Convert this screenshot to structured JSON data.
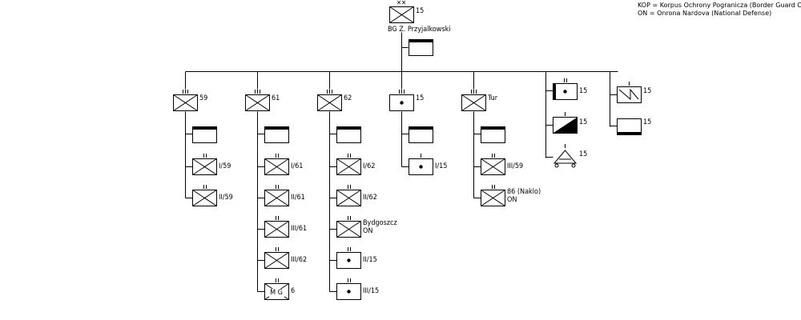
{
  "legend": [
    "KOP = Korpus Ochrony Pogranicza (Border Guard Corps)",
    "ON = Onrona Nardova  (National Defense)"
  ],
  "hq": {
    "echelon": "XX",
    "label": "15",
    "commander": "BG  Z. Przyjalkowski"
  },
  "columns": [
    {
      "id": "59",
      "label": "59",
      "echelon": "III",
      "kind": "infantry",
      "subs": [
        {
          "kind": "infantry",
          "echelon": "II",
          "label": "I/59"
        },
        {
          "kind": "infantry",
          "echelon": "II",
          "label": "II/59"
        }
      ]
    },
    {
      "id": "61",
      "label": "61",
      "echelon": "III",
      "kind": "infantry",
      "subs": [
        {
          "kind": "infantry",
          "echelon": "II",
          "label": "I/61"
        },
        {
          "kind": "infantry",
          "echelon": "II",
          "label": "II/61"
        },
        {
          "kind": "infantry",
          "echelon": "II",
          "label": "III/61"
        },
        {
          "kind": "infantry",
          "echelon": "II",
          "label": "III/62"
        },
        {
          "kind": "mg",
          "echelon": "II",
          "label": "6",
          "inner": "M G"
        }
      ]
    },
    {
      "id": "62",
      "label": "62",
      "echelon": "III",
      "kind": "infantry",
      "subs": [
        {
          "kind": "infantry",
          "echelon": "II",
          "label": "I/62"
        },
        {
          "kind": "infantry",
          "echelon": "II",
          "label": "II/62"
        },
        {
          "kind": "infantry",
          "echelon": "II",
          "label": "Bydgoszcz",
          "label2": "ON"
        },
        {
          "kind": "dot",
          "echelon": "II",
          "label": "II/15"
        },
        {
          "kind": "dot",
          "echelon": "II",
          "label": "III/15"
        }
      ]
    },
    {
      "id": "15",
      "label": "15",
      "echelon": "III",
      "kind": "dot",
      "subs": [
        {
          "kind": "dot",
          "echelon": "I",
          "label": "I/15"
        }
      ]
    },
    {
      "id": "Tur",
      "label": "Tur",
      "echelon": "III",
      "kind": "infantry",
      "subs": [
        {
          "kind": "infantry",
          "echelon": "II",
          "label": "III/59"
        },
        {
          "kind": "infantry",
          "echelon": "II",
          "label": "86 (Naklo)",
          "label2": "ON"
        }
      ]
    }
  ],
  "special_units": [
    {
      "id": "artillery",
      "kind": "artillery",
      "echelon": "II",
      "label": "15"
    },
    {
      "id": "antitank",
      "kind": "antitank",
      "echelon": "I",
      "label": "15"
    },
    {
      "id": "engineer",
      "kind": "engineer",
      "echelon": "I",
      "label": "15"
    },
    {
      "id": "signal",
      "kind": "signal",
      "echelon": "I",
      "label": "15"
    },
    {
      "id": "supply",
      "kind": "hqbox",
      "echelon": "",
      "label": "15"
    }
  ]
}
